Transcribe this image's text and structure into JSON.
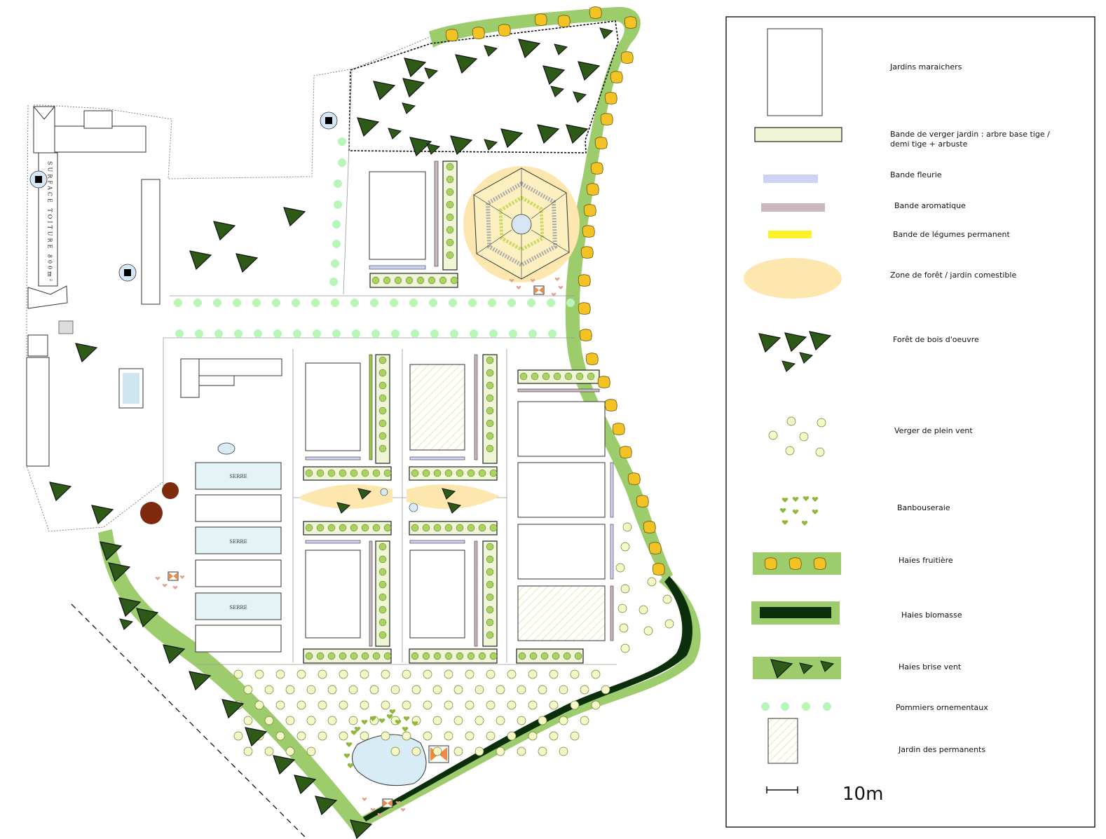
{
  "legend": {
    "items": [
      {
        "label": "Jardins maraichers"
      },
      {
        "label": "Bande de verger jardin : arbre base tige /\ndemi tige + arbuste"
      },
      {
        "label": "Bande fleurie"
      },
      {
        "label": "Bande aromatique"
      },
      {
        "label": "Bande de légumes permanent"
      },
      {
        "label": "Zone de forêt / jardin comestible"
      },
      {
        "label": "Forêt de bois d'oeuvre"
      },
      {
        "label": "Verger de plein vent"
      },
      {
        "label": "Banbouseraie"
      },
      {
        "label": "Haies fruitière"
      },
      {
        "label": "Haies biomasse"
      },
      {
        "label": "Haies brise vent"
      },
      {
        "label": "Pommiers ornementaux"
      },
      {
        "label": "Jardin des permanents"
      }
    ],
    "scale_label": "10m"
  },
  "plan": {
    "roof_label": "SURFACE TOITURE 800m²",
    "greenhouse_label": "SERRE"
  },
  "colors": {
    "hedge_green": "#9ccc6b",
    "hedge_biomass": "#0b2e0b",
    "forest_triangle": "#2d5a16",
    "fruit_hedge_yellow": "#f3c326",
    "orchard_circle": "#f5f9c8",
    "ornamental_apple": "#b9f5b9",
    "food_forest": "#fde7ae",
    "flower_band": "#cfd2f5",
    "aromatic_band": "#cbb7c0",
    "permanent_veg": "#fbf22a",
    "water": "#d7ecf5",
    "serre_fill": "#e4f3f6"
  }
}
